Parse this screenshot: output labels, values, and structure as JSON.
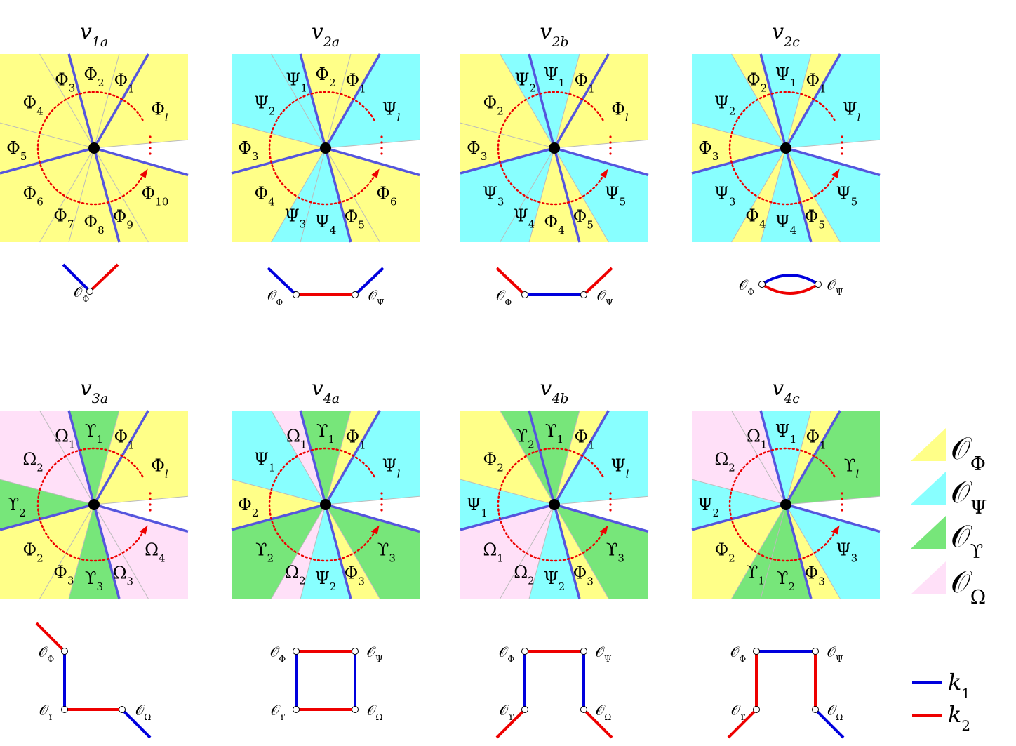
{
  "colors": {
    "Phi": "#ffff88",
    "Psi": "#88ffff",
    "Upsilon": "#77e67a",
    "Omega": "#ffe0f8",
    "k1": "#0000dd",
    "k2": "#ee0000",
    "wall": "#5555dd",
    "cut": "#bbbbbb",
    "arc": "#ee0000"
  },
  "legend": {
    "operators": [
      {
        "symbol": "𝒪",
        "sub": "Φ",
        "color": "Phi"
      },
      {
        "symbol": "𝒪",
        "sub": "Ψ",
        "color": "Psi"
      },
      {
        "symbol": "𝒪",
        "sub": "ϒ",
        "color": "Upsilon"
      },
      {
        "symbol": "𝒪",
        "sub": "Ω",
        "color": "Omega"
      }
    ],
    "edges": [
      {
        "symbol": "k",
        "sub": "1",
        "color": "k1"
      },
      {
        "symbol": "k",
        "sub": "2",
        "color": "k2"
      }
    ]
  },
  "panels": [
    {
      "title": {
        "main": "v",
        "sub": "1a"
      },
      "row": 0,
      "col": 0,
      "sectors": [
        "Phi",
        "Phi",
        "Phi",
        "Phi",
        "Phi",
        "Phi",
        "Phi",
        "Phi",
        "Phi",
        "Phi",
        "Phi",
        "Phi"
      ],
      "labels": [
        {
          "g": "Φ",
          "s": "1"
        },
        {
          "g": "Φ",
          "s": "2"
        },
        {
          "g": "Φ",
          "s": "3"
        },
        {
          "g": "Φ",
          "s": "4"
        },
        {
          "g": "Φ",
          "s": "5"
        },
        {
          "g": "Φ",
          "s": "6"
        },
        {
          "g": "Φ",
          "s": "7"
        },
        {
          "g": "Φ",
          "s": "8"
        },
        {
          "g": "Φ",
          "s": "9"
        },
        {
          "g": "Φ",
          "s": "10"
        },
        {
          "g": "",
          "s": ""
        },
        {
          "g": "Φ",
          "s": "l"
        }
      ],
      "graph": {
        "nodes": [
          {
            "t": "𝒪",
            "s": "Φ"
          }
        ],
        "edges": [
          {
            "c": "k1"
          },
          {
            "c": "k2"
          }
        ]
      }
    },
    {
      "title": {
        "main": "v",
        "sub": "2a"
      },
      "row": 0,
      "col": 1,
      "sectors": [
        "Phi",
        "Phi",
        "Psi",
        "Psi",
        "Phi",
        "Phi",
        "Psi",
        "Psi",
        "Phi",
        "Phi",
        "Phi",
        "Psi"
      ],
      "labels": [
        {
          "g": "Φ",
          "s": "1"
        },
        {
          "g": "Φ",
          "s": "2"
        },
        {
          "g": "Ψ",
          "s": "1"
        },
        {
          "g": "Ψ",
          "s": "2"
        },
        {
          "g": "Φ",
          "s": "3"
        },
        {
          "g": "Φ",
          "s": "4"
        },
        {
          "g": "Ψ",
          "s": "3"
        },
        {
          "g": "Ψ",
          "s": "4"
        },
        {
          "g": "Φ",
          "s": "5"
        },
        {
          "g": "Φ",
          "s": "6"
        },
        {
          "g": "",
          "s": ""
        },
        {
          "g": "Ψ",
          "s": "l"
        }
      ],
      "graph": {
        "nodes": [
          {
            "t": "𝒪",
            "s": "Φ"
          },
          {
            "t": "𝒪",
            "s": "Ψ"
          }
        ],
        "edges": [
          {
            "c": "k1"
          },
          {
            "c": "k2"
          },
          {
            "c": "k1"
          }
        ]
      }
    },
    {
      "title": {
        "main": "v",
        "sub": "2b"
      },
      "row": 0,
      "col": 2,
      "sectors": [
        "Phi",
        "Psi",
        "Psi",
        "Phi",
        "Phi",
        "Psi",
        "Psi",
        "Phi",
        "Phi",
        "Psi",
        "Psi",
        "Phi"
      ],
      "labels": [
        {
          "g": "Φ",
          "s": "1"
        },
        {
          "g": "Ψ",
          "s": "1"
        },
        {
          "g": "Ψ",
          "s": "2"
        },
        {
          "g": "Φ",
          "s": "2"
        },
        {
          "g": "Φ",
          "s": "3"
        },
        {
          "g": "Ψ",
          "s": "3"
        },
        {
          "g": "Ψ",
          "s": "4"
        },
        {
          "g": "Φ",
          "s": "4"
        },
        {
          "g": "Φ",
          "s": "5"
        },
        {
          "g": "Ψ",
          "s": "5"
        },
        {
          "g": "",
          "s": ""
        },
        {
          "g": "Φ",
          "s": "l"
        }
      ],
      "graph": {
        "nodes": [
          {
            "t": "𝒪",
            "s": "Φ"
          },
          {
            "t": "𝒪",
            "s": "Ψ"
          }
        ],
        "edges": [
          {
            "c": "k2"
          },
          {
            "c": "k1"
          },
          {
            "c": "k2"
          }
        ]
      }
    },
    {
      "title": {
        "main": "v",
        "sub": "2c"
      },
      "row": 0,
      "col": 3,
      "sectors": [
        "Phi",
        "Psi",
        "Phi",
        "Psi",
        "Phi",
        "Psi",
        "Phi",
        "Psi",
        "Phi",
        "Psi",
        "Psi",
        "Psi"
      ],
      "labels": [
        {
          "g": "Φ",
          "s": "1"
        },
        {
          "g": "Ψ",
          "s": "1"
        },
        {
          "g": "Φ",
          "s": "2"
        },
        {
          "g": "Ψ",
          "s": "2"
        },
        {
          "g": "Φ",
          "s": "3"
        },
        {
          "g": "Ψ",
          "s": "3"
        },
        {
          "g": "Φ",
          "s": "4"
        },
        {
          "g": "Ψ",
          "s": "4"
        },
        {
          "g": "Φ",
          "s": "5"
        },
        {
          "g": "Ψ",
          "s": "5"
        },
        {
          "g": "",
          "s": ""
        },
        {
          "g": "Ψ",
          "s": "l"
        }
      ],
      "graph": {
        "nodes": [
          {
            "t": "𝒪",
            "s": "Φ"
          },
          {
            "t": "𝒪",
            "s": "Ψ"
          }
        ],
        "edges": [
          {
            "c": "k1"
          },
          {
            "c": "k2"
          }
        ]
      }
    },
    {
      "title": {
        "main": "v",
        "sub": "3a"
      },
      "row": 1,
      "col": 0,
      "sectors": [
        "Phi",
        "Upsilon",
        "Omega",
        "Omega",
        "Upsilon",
        "Phi",
        "Phi",
        "Upsilon",
        "Omega",
        "Omega",
        "Phi",
        "Phi"
      ],
      "labels": [
        {
          "g": "Φ",
          "s": "1"
        },
        {
          "g": "ϒ",
          "s": "1"
        },
        {
          "g": "Ω",
          "s": "1"
        },
        {
          "g": "Ω",
          "s": "2"
        },
        {
          "g": "ϒ",
          "s": "2"
        },
        {
          "g": "Φ",
          "s": "2"
        },
        {
          "g": "Φ",
          "s": "3"
        },
        {
          "g": "ϒ",
          "s": "3"
        },
        {
          "g": "Ω",
          "s": "3"
        },
        {
          "g": "Ω",
          "s": "4"
        },
        {
          "g": "",
          "s": ""
        },
        {
          "g": "Φ",
          "s": "l"
        }
      ],
      "graph": {
        "nodes": [
          {
            "t": "𝒪",
            "s": "Φ"
          },
          {
            "t": "𝒪",
            "s": "ϒ"
          },
          {
            "t": "𝒪",
            "s": "Ω"
          }
        ],
        "edges": [
          {
            "c": "k2"
          },
          {
            "c": "k1"
          },
          {
            "c": "k2"
          },
          {
            "c": "k1"
          }
        ]
      }
    },
    {
      "title": {
        "main": "v",
        "sub": "4a"
      },
      "row": 1,
      "col": 1,
      "sectors": [
        "Phi",
        "Upsilon",
        "Omega",
        "Psi",
        "Phi",
        "Upsilon",
        "Omega",
        "Psi",
        "Phi",
        "Upsilon",
        "Psi",
        "Psi"
      ],
      "labels": [
        {
          "g": "Φ",
          "s": "1"
        },
        {
          "g": "ϒ",
          "s": "1"
        },
        {
          "g": "Ω",
          "s": "1"
        },
        {
          "g": "Ψ",
          "s": "1"
        },
        {
          "g": "Φ",
          "s": "2"
        },
        {
          "g": "ϒ",
          "s": "2"
        },
        {
          "g": "Ω",
          "s": "2"
        },
        {
          "g": "Ψ",
          "s": "2"
        },
        {
          "g": "Φ",
          "s": "3"
        },
        {
          "g": "ϒ",
          "s": "3"
        },
        {
          "g": "",
          "s": ""
        },
        {
          "g": "Ψ",
          "s": "l"
        }
      ],
      "graph": {
        "nodes": [
          {
            "t": "𝒪",
            "s": "Φ"
          },
          {
            "t": "𝒪",
            "s": "Ψ"
          },
          {
            "t": "𝒪",
            "s": "ϒ"
          },
          {
            "t": "𝒪",
            "s": "Ω"
          }
        ],
        "edges": [
          {
            "c": "k2"
          },
          {
            "c": "k1"
          },
          {
            "c": "k2"
          },
          {
            "c": "k1"
          }
        ]
      }
    },
    {
      "title": {
        "main": "v",
        "sub": "4b"
      },
      "row": 1,
      "col": 2,
      "sectors": [
        "Phi",
        "Upsilon",
        "Upsilon",
        "Phi",
        "Psi",
        "Omega",
        "Omega",
        "Psi",
        "Phi",
        "Upsilon",
        "Psi",
        "Psi"
      ],
      "labels": [
        {
          "g": "Φ",
          "s": "1"
        },
        {
          "g": "ϒ",
          "s": "1"
        },
        {
          "g": "ϒ",
          "s": "2"
        },
        {
          "g": "Φ",
          "s": "2"
        },
        {
          "g": "Ψ",
          "s": "1"
        },
        {
          "g": "Ω",
          "s": "1"
        },
        {
          "g": "Ω",
          "s": "2"
        },
        {
          "g": "Ψ",
          "s": "2"
        },
        {
          "g": "Φ",
          "s": "3"
        },
        {
          "g": "ϒ",
          "s": "3"
        },
        {
          "g": "",
          "s": ""
        },
        {
          "g": "Ψ",
          "s": "l"
        }
      ],
      "graph": {
        "nodes": [
          {
            "t": "𝒪",
            "s": "Φ"
          },
          {
            "t": "𝒪",
            "s": "Ψ"
          },
          {
            "t": "𝒪",
            "s": "ϒ"
          },
          {
            "t": "𝒪",
            "s": "Ω"
          }
        ],
        "edges": [
          {
            "c": "k2"
          },
          {
            "c": "k1"
          },
          {
            "c": "k1"
          },
          {
            "c": "k2"
          },
          {
            "c": "k2"
          }
        ]
      }
    },
    {
      "title": {
        "main": "v",
        "sub": "4c"
      },
      "row": 1,
      "col": 3,
      "sectors": [
        "Phi",
        "Psi",
        "Omega",
        "Omega",
        "Psi",
        "Phi",
        "Upsilon",
        "Upsilon",
        "Phi",
        "Psi",
        "Upsilon",
        "Upsilon"
      ],
      "labels": [
        {
          "g": "Φ",
          "s": "1"
        },
        {
          "g": "Ψ",
          "s": "1"
        },
        {
          "g": "Ω",
          "s": "1"
        },
        {
          "g": "Ω",
          "s": "2"
        },
        {
          "g": "Ψ",
          "s": "2"
        },
        {
          "g": "Φ",
          "s": "2"
        },
        {
          "g": "ϒ",
          "s": "1"
        },
        {
          "g": "ϒ",
          "s": "2"
        },
        {
          "g": "Φ",
          "s": "3"
        },
        {
          "g": "Ψ",
          "s": "3"
        },
        {
          "g": "",
          "s": ""
        },
        {
          "g": "ϒ",
          "s": "l"
        }
      ],
      "graph": {
        "nodes": [
          {
            "t": "𝒪",
            "s": "Φ"
          },
          {
            "t": "𝒪",
            "s": "Ψ"
          },
          {
            "t": "𝒪",
            "s": "ϒ"
          },
          {
            "t": "𝒪",
            "s": "Ω"
          }
        ],
        "edges": [
          {
            "c": "k1"
          },
          {
            "c": "k2"
          },
          {
            "c": "k2"
          },
          {
            "c": "k2"
          },
          {
            "c": "k1"
          }
        ]
      }
    }
  ]
}
